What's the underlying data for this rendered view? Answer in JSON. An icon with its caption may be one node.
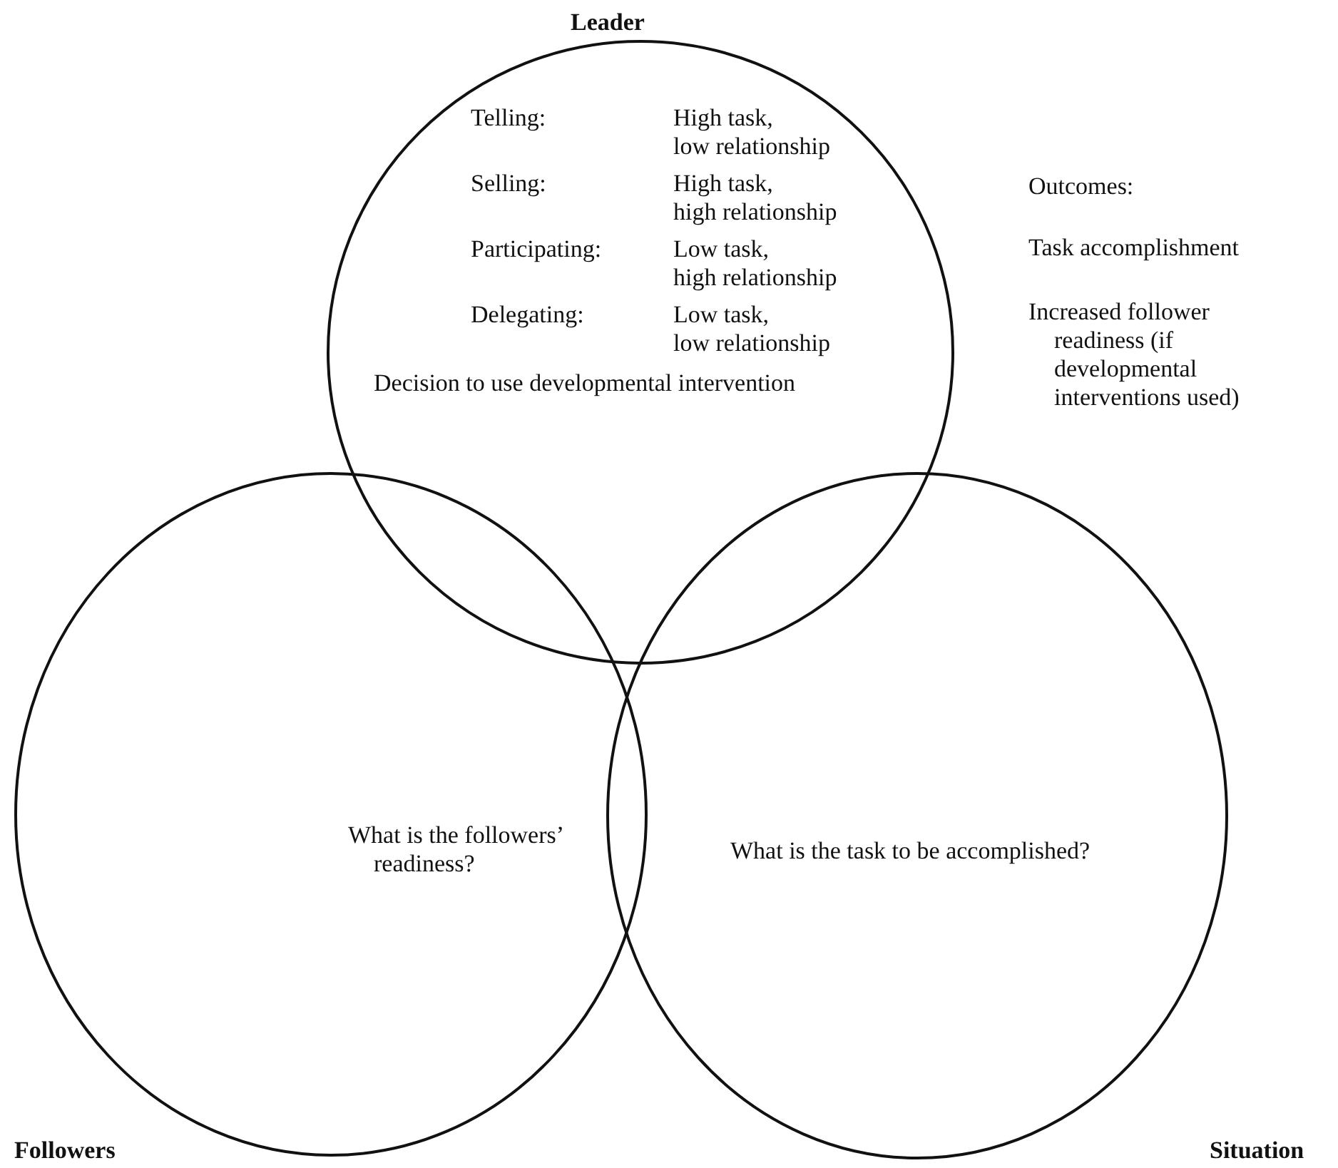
{
  "diagram": {
    "nodes": [
      {
        "text": [
          "Leader",
          "Telling:",
          "High task, low relationship",
          "Selling:",
          "High task, high relationship",
          "Participating:",
          "Low task, high relationship",
          "Delegating:",
          "Low task, low relationship",
          "Decision to use developmental intervention"
        ]
      },
      {
        "text": [
          "Followers",
          "What is the followers’ readiness?"
        ]
      },
      {
        "text": [
          "Situation",
          "What is the task to be accomplished?"
        ]
      }
    ],
    "labels": [
      "Outcomes:",
      "Task accomplishment",
      "Increased follower readiness (if developmental interventions used)"
    ]
  }
}
